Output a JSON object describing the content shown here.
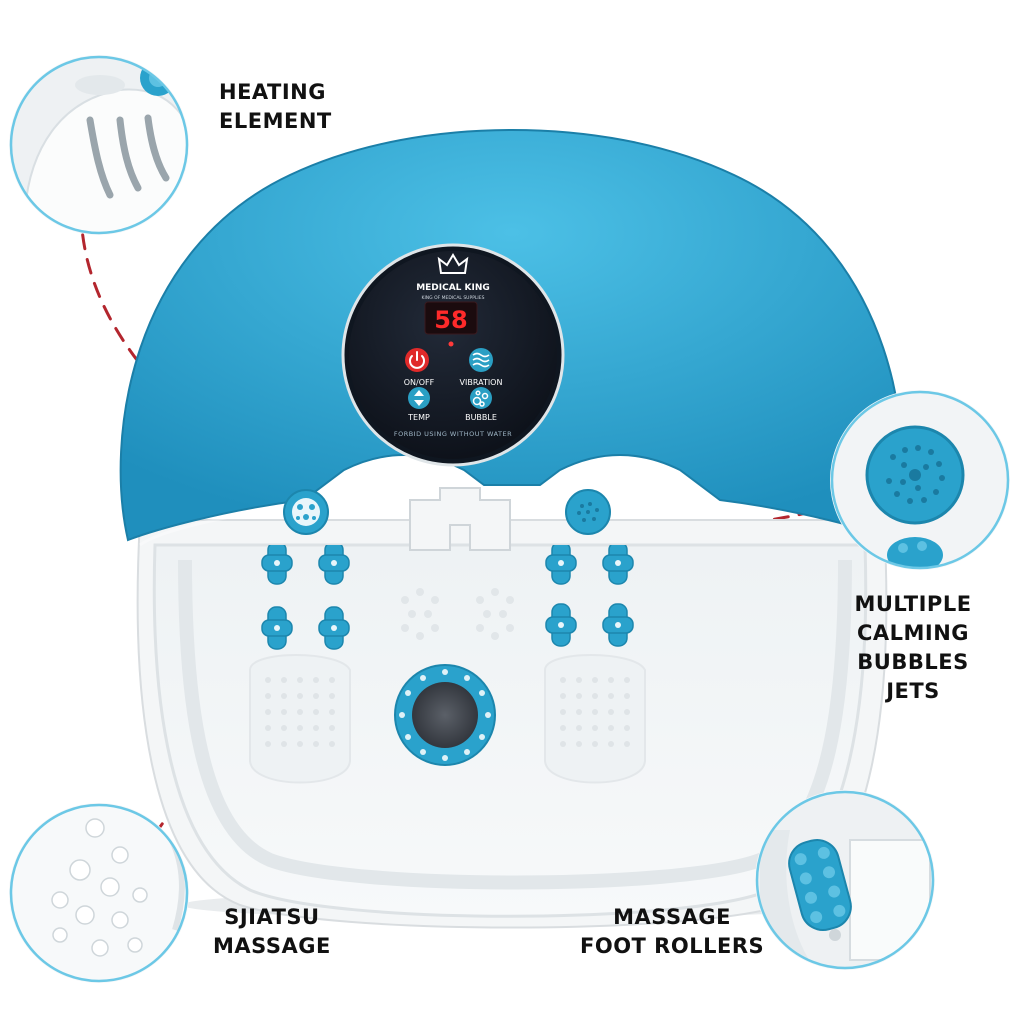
{
  "brand": {
    "name": "MEDICAL KING",
    "tagline": "KING OF MEDICAL SUPPLIES"
  },
  "control_panel": {
    "display_value": "58",
    "buttons": [
      {
        "id": "power",
        "label": "ON/OFF",
        "icon": "power-icon",
        "color": "#e02a2a"
      },
      {
        "id": "vibration",
        "label": "VIBRATION",
        "icon": "wave-icon",
        "color": "#2a9fc4"
      },
      {
        "id": "temp",
        "label": "TEMP",
        "icon": "temp-arrows-icon",
        "color": "#2a9fc4"
      },
      {
        "id": "bubble",
        "label": "BUBBLE",
        "icon": "bubbles-icon",
        "color": "#2a9fc4"
      }
    ],
    "warning": "FORBID USING WITHOUT WATER"
  },
  "callouts": {
    "heating": [
      "HEATING",
      "ELEMENT"
    ],
    "bubbles": [
      "MULTIPLE",
      "CALMING",
      "BUBBLES",
      "JETS"
    ],
    "shiatsu": [
      "SJIATSU",
      "MASSAGE"
    ],
    "rollers": [
      "MASSAGE",
      "FOOT ROLLERS"
    ]
  },
  "colors": {
    "accent_blue": "#2aa2cc",
    "leader_line": "#b3262e",
    "display_red": "#ff2a2a",
    "panel_dark": "#141a24"
  }
}
